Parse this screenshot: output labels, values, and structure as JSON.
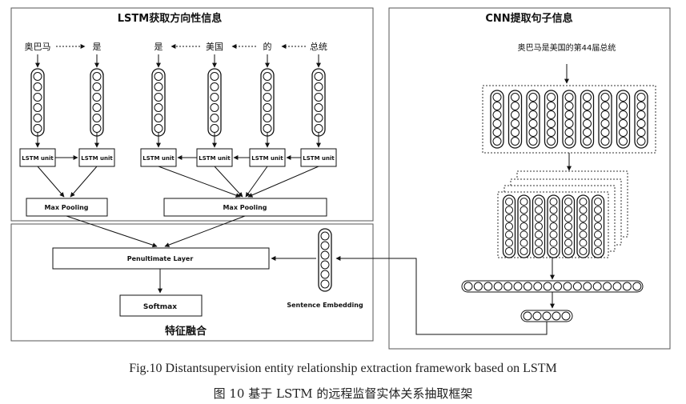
{
  "panels": {
    "lstm_title": "LSTM获取方向性信息",
    "cnn_title": "CNN提取句子信息",
    "fusion_title": "特征融合"
  },
  "words": [
    "奥巴马",
    "是",
    "是",
    "美国",
    "的",
    "总统"
  ],
  "cnn_sentence": "奥巴马是美国的第44届总统",
  "labels": {
    "lstm_unit": "LSTM unit",
    "max_pooling": "Max Pooling",
    "penultimate": "Penultimate Layer",
    "softmax": "Softmax",
    "sentence_embedding": "Sentence Embedding"
  },
  "caption": {
    "en": "Fig.10    Distantsupervision entity relationship extraction framework based on LSTM",
    "zh": "图 10    基于 LSTM 的远程监督实体关系抽取框架"
  }
}
